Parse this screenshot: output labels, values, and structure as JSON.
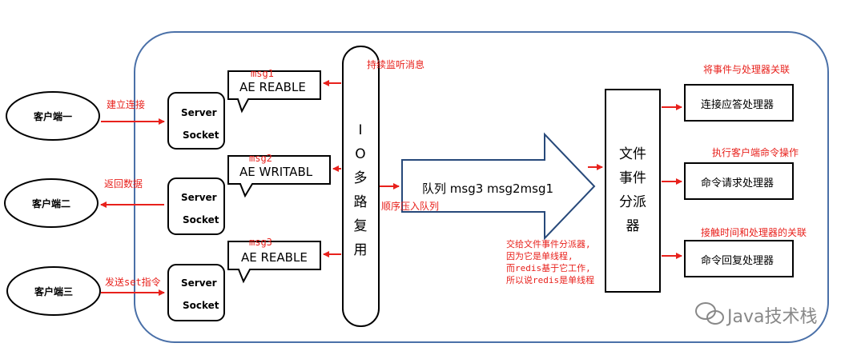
{
  "clients": [
    "客户端一",
    "客户端二",
    "客户端三"
  ],
  "servers": [
    {
      "top": "Server",
      "bottom": "Socket"
    },
    {
      "top": "Server",
      "bottom": "Socket"
    },
    {
      "top": "Server",
      "bottom": "Socket"
    }
  ],
  "client_arrows": [
    "建立连接",
    "返回数据",
    "发送set指令"
  ],
  "events": [
    {
      "msg": "msg1",
      "label": "AE  REABLE"
    },
    {
      "msg": "msg2",
      "label": "AE  WRITABL"
    },
    {
      "msg": "msg3",
      "label": "AE  REABLE"
    }
  ],
  "io": {
    "chars": "I O 多 路 复 用",
    "listen_label": "持续监听消息",
    "push_label": "顺序压入队列"
  },
  "queue_label": "队列 msg3 msg2msg1",
  "dispatcher": {
    "chars": "文件 事件 分派 器"
  },
  "dispatch_note": [
    "交给文件事件分派器,",
    "因为它是单线程,",
    "而redis基于它工作,",
    "所以说redis是单线程"
  ],
  "handlers": [
    {
      "label": "连接应答处理器",
      "note": "将事件与处理器关联"
    },
    {
      "label": "命令请求处理器",
      "note": "执行客户端命令操作"
    },
    {
      "label": "命令回复处理器",
      "note": "接触时间和处理器的关联"
    }
  ],
  "watermark": "Java技术栈",
  "colors": {
    "frame": "#4a70a8",
    "arrow": "#e8211c",
    "line": "#000000"
  }
}
